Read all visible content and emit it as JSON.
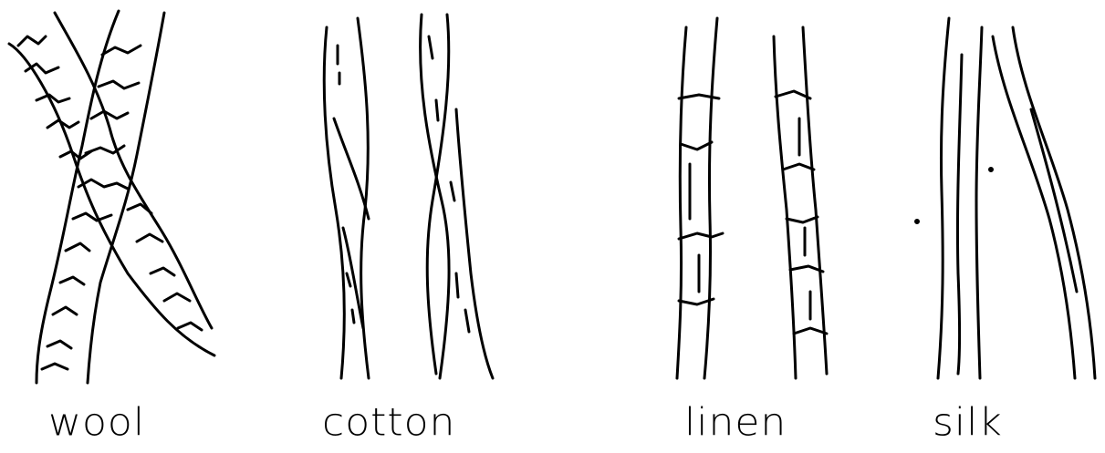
{
  "fibers": [
    {
      "id": "wool",
      "label": "wool"
    },
    {
      "id": "cotton",
      "label": "cotton"
    },
    {
      "id": "linen",
      "label": "linen"
    },
    {
      "id": "silk",
      "label": "silk"
    }
  ]
}
